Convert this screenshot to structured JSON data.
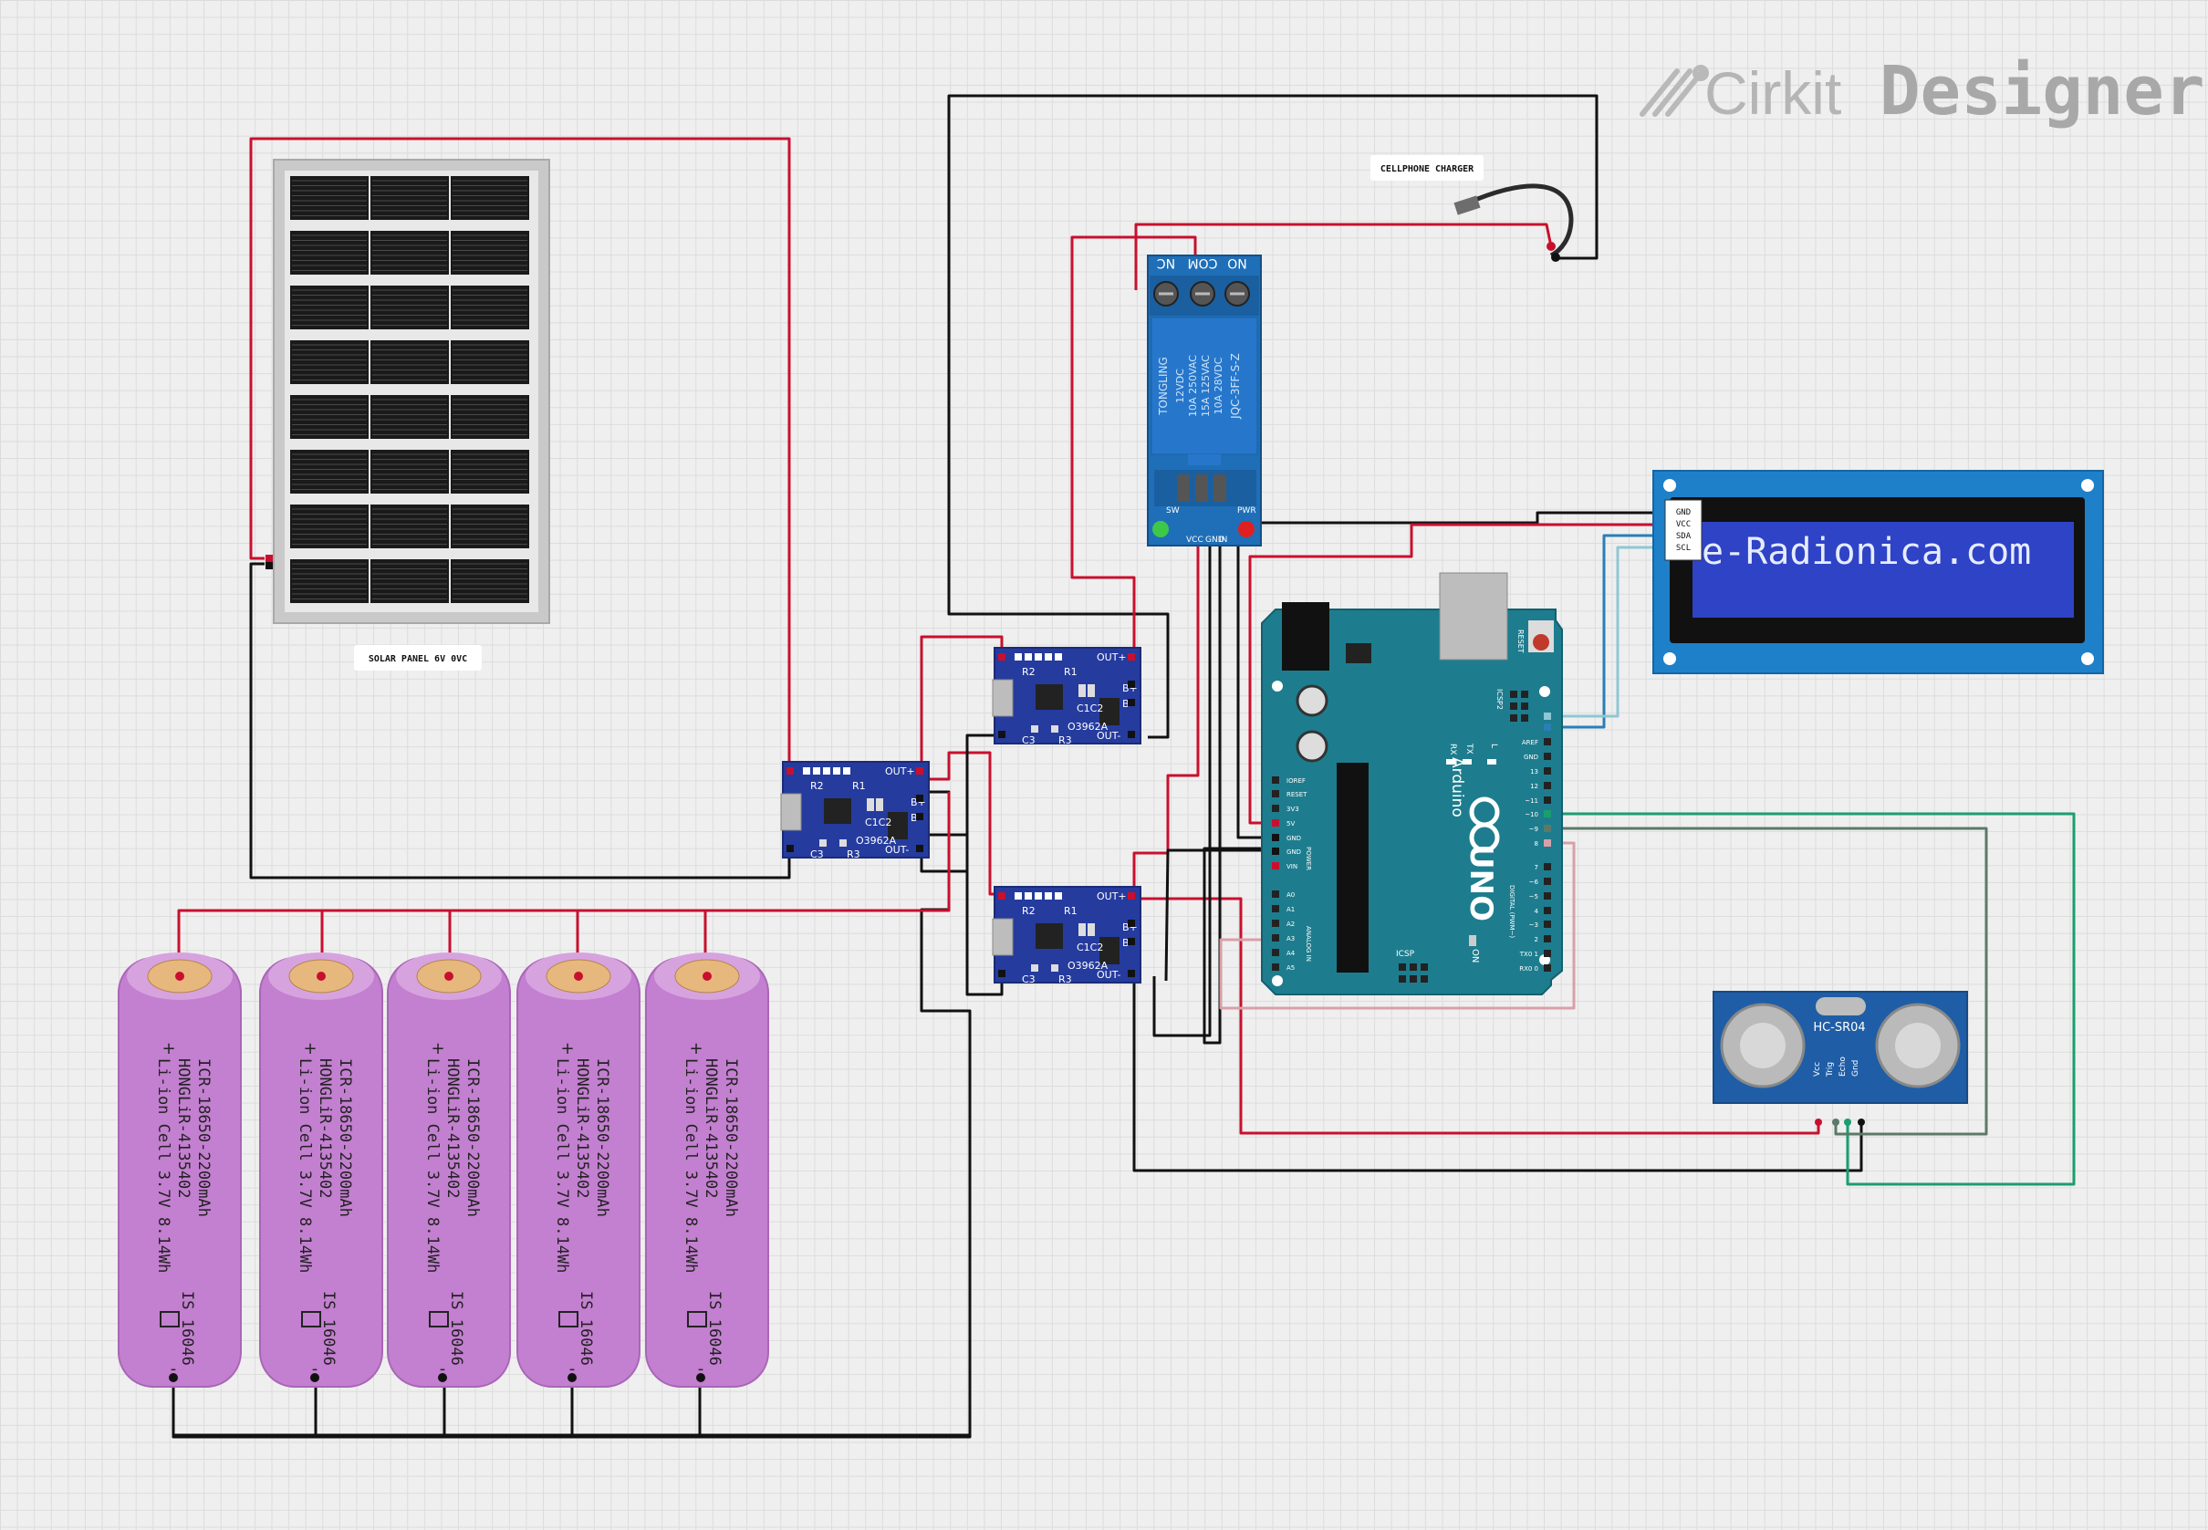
{
  "brand": {
    "name_light": "Cirkit",
    "name_bold": "Designer"
  },
  "labels": {
    "solar": "SOLAR PANEL 6V 0VC",
    "charger": "CELLPHONE CHARGER"
  },
  "lcd": {
    "text": "e-Radionica.com",
    "pins": [
      "GND",
      "VCC",
      "SDA",
      "SCL"
    ]
  },
  "relay": {
    "terminals": [
      "NC",
      "COM",
      "NO"
    ],
    "body_lines": [
      "TONGLING",
      "JQC-3FF-S-Z",
      "12VDC",
      "10A 250VAC",
      "15A 125VAC",
      "10A 28VDC"
    ],
    "pins": [
      "VCC",
      "GND",
      "IN"
    ],
    "leds": [
      "SW",
      "PWR"
    ]
  },
  "tp4056": {
    "outp": "OUT+",
    "outm": "OUT-",
    "bp": "B+",
    "bm": "B-",
    "chip": "O3962A",
    "r1": "R1",
    "r2": "R2",
    "r3": "R3",
    "c1c2": "C1C2",
    "c3": "C3"
  },
  "battery": {
    "plus": "+",
    "minus": "-",
    "lines": [
      "ICR-18650-2200mAh",
      "HONGLiR-4135402",
      "Li-ion Cell 3.7V 8.14Wh"
    ],
    "code": "IS 16046"
  },
  "arduino": {
    "brand": "Arduino",
    "model": "UNO",
    "on": "ON",
    "icsp": "ICSP",
    "icsp2": "ICSP2",
    "reset": "RESET",
    "power_pins": [
      "IOREF",
      "RESET",
      "3V3",
      "5V",
      "GND",
      "GND",
      "VIN"
    ],
    "analog_pins": [
      "A0",
      "A1",
      "A2",
      "A3",
      "A4",
      "A5"
    ],
    "digital_pins": [
      "AREF",
      "GND",
      "13",
      "12",
      "~11",
      "~10",
      "~9",
      "8",
      "7",
      "~6",
      "~5",
      "4",
      "~3",
      "2",
      "TX0 1",
      "RX0 0"
    ],
    "section_power": "POWER",
    "section_analog": "ANALOG IN",
    "section_digital": "DIGITAL (PWM~)",
    "tx": "TX",
    "rx": "RX",
    "l": "L"
  },
  "hcsr04": {
    "name": "HC-SR04",
    "pins": [
      "Vcc",
      "Trig",
      "Echo",
      "Gnd"
    ]
  },
  "colors": {
    "red": "#c8102e",
    "black": "#111111",
    "green": "#1a9e6e",
    "gray_green": "#5b7a6a",
    "pink": "#d8a0a8",
    "blue": "#2a7fb6",
    "light_blue": "#8fc7d4"
  }
}
